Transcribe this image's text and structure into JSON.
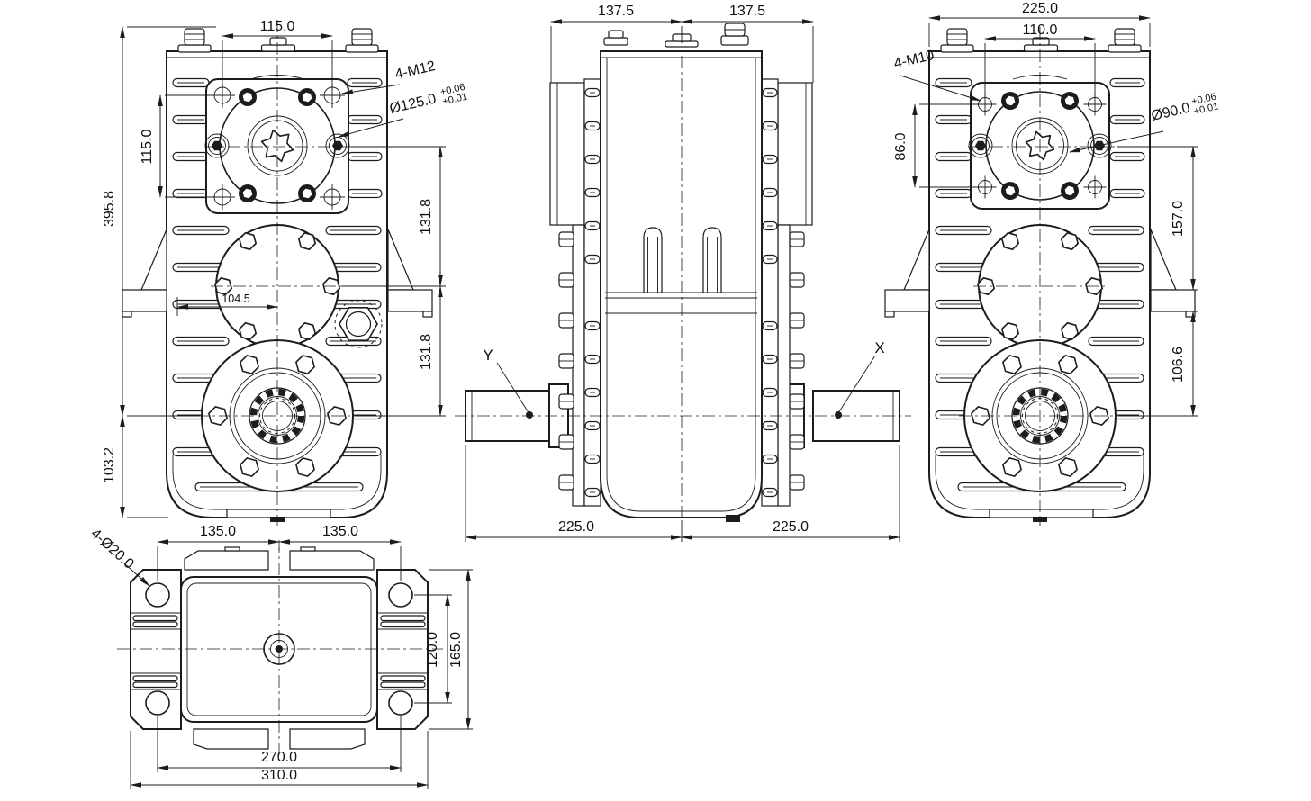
{
  "front_view": {
    "dim_bolt_spacing_h": "115.0",
    "dim_bolt_spacing_v": "115.0",
    "dim_overall_height": "395.8",
    "dim_base_offset": "103.2",
    "dim_center_distance_upper": "131.8",
    "dim_center_distance_lower": "131.8",
    "dim_foot_to_center": "104.5",
    "callout_bolts": "4-M12",
    "callout_bore": "Ø125.0",
    "callout_bore_tol_upper": "+0.06",
    "callout_bore_tol_lower": "+0.01"
  },
  "side_view": {
    "dim_half_width_left": "137.5",
    "dim_half_width_right": "137.5",
    "dim_shaft_left": "225.0",
    "dim_shaft_right": "225.0",
    "label_axis_left": "Y",
    "label_axis_right": "X"
  },
  "back_view": {
    "dim_overall_width": "225.0",
    "dim_bolt_spacing_h": "110.0",
    "dim_bolt_spacing_v": "86.0",
    "dim_upper_center": "157.0",
    "dim_lower_center": "106.6",
    "callout_bolts": "4-M10",
    "callout_bore": "Ø90.0",
    "callout_bore_tol_upper": "+0.06",
    "callout_bore_tol_lower": "+0.01"
  },
  "bottom_view": {
    "dim_half_width_left": "135.0",
    "dim_half_width_right": "135.0",
    "dim_hole_spacing_h": "270.0",
    "dim_overall_width": "310.0",
    "dim_hole_spacing_v": "120.0",
    "dim_face_height": "165.0",
    "callout_holes": "4-Ø20.0"
  },
  "colors": {
    "line": "#1c1c1c",
    "background": "#ffffff"
  }
}
